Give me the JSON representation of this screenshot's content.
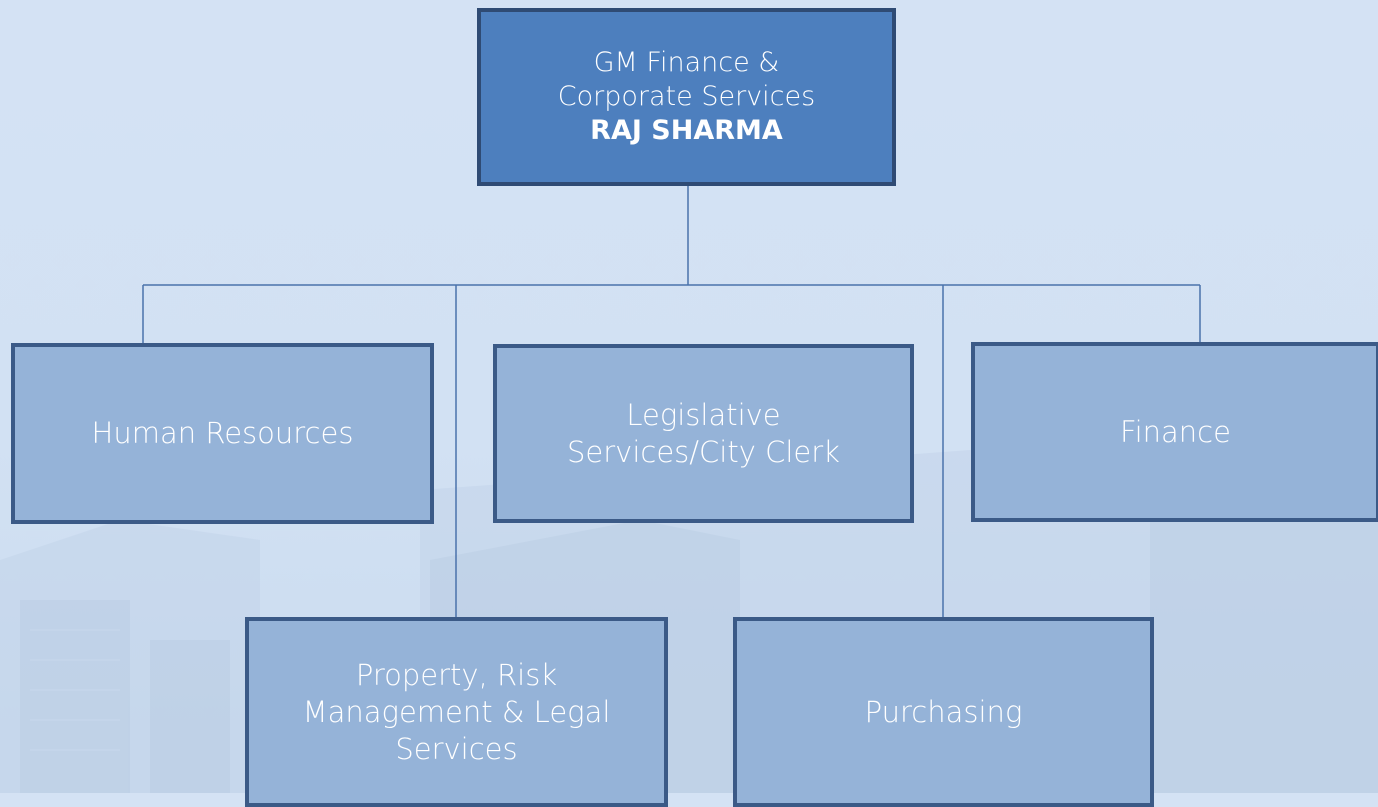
{
  "colors": {
    "background": "#d2e1f3",
    "top_box_fill": "#4d7fbe",
    "child_box_fill": "#95b3d8",
    "box_border": "#34527c",
    "connector": "#4a72ab",
    "text": "#ffffff"
  },
  "top": {
    "title_line1": "GM Finance &",
    "title_line2": "Corporate Services",
    "name": "RAJ SHARMA"
  },
  "units": {
    "human_resources": "Human Resources",
    "legislative_line1": "Legislative",
    "legislative_line2": "Services/City Clerk",
    "finance": "Finance",
    "property_line1": "Property, Risk",
    "property_line2": "Management & Legal",
    "property_line3": "Services",
    "purchasing": "Purchasing"
  }
}
